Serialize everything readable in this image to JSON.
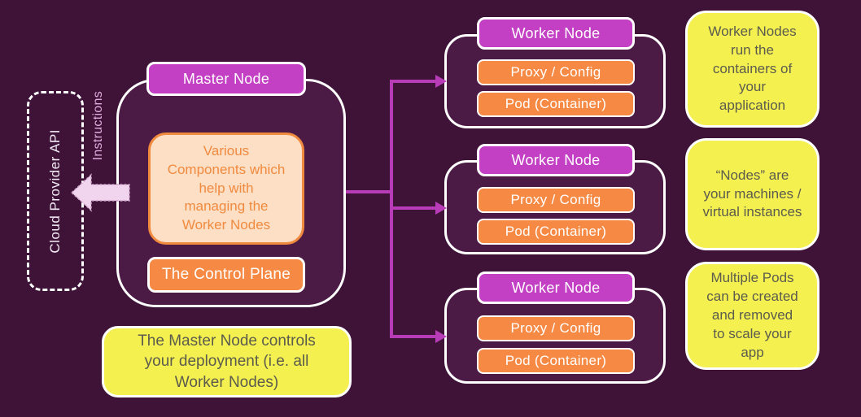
{
  "colors": {
    "bg": "#3e1337",
    "panel": "#4b1a45",
    "magenta": "#c33fc3",
    "connector": "#b83cb8",
    "orange": "#f68943",
    "orange-border": "#f08a3e",
    "peach": "#fcdfc5",
    "yellow": "#f4f04f",
    "note-text": "#5b5b4e",
    "pink-arrow": "#f1d4ed",
    "pink-text": "#dfaede"
  },
  "cloud_api_label": "Cloud Provider API",
  "instructions_label": "Instructions",
  "master": {
    "title": "Master Node",
    "components_text": "Various Components which help with managing the Worker Nodes",
    "control_plane_label": "The Control Plane"
  },
  "master_caption": "The Master Node controls your deployment (i.e. all Worker Nodes)",
  "workers": [
    {
      "title": "Worker Node",
      "items": [
        "Proxy / Config",
        "Pod (Container)"
      ]
    },
    {
      "title": "Worker Node",
      "items": [
        "Proxy / Config",
        "Pod (Container)"
      ]
    },
    {
      "title": "Worker Node",
      "items": [
        "Proxy / Config",
        "Pod (Container)"
      ]
    }
  ],
  "notes": [
    "Worker Nodes run the containers of your application",
    "“Nodes” are your machines / virtual instances",
    "Multiple Pods can be created and removed to scale your app"
  ]
}
